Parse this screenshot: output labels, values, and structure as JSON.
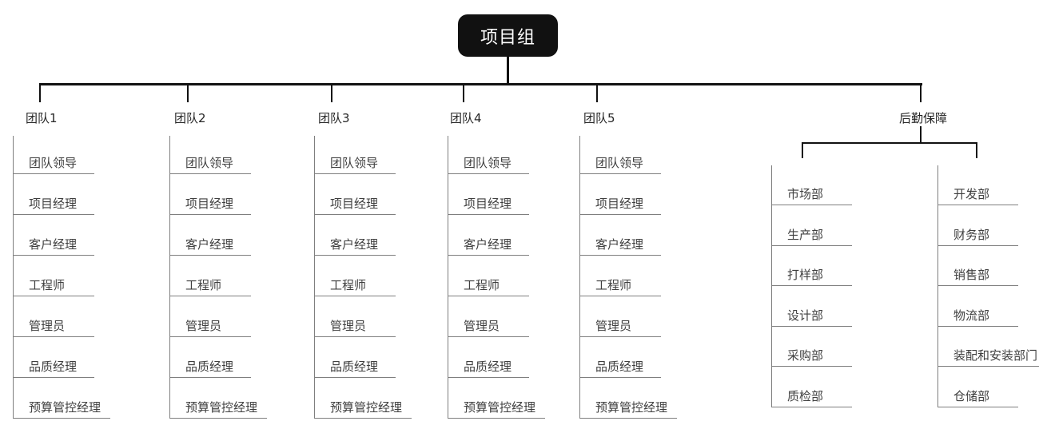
{
  "root": {
    "label": "项目组"
  },
  "teams": [
    {
      "label": "团队1",
      "items": [
        "团队领导",
        "项目经理",
        "客户经理",
        "工程师",
        "管理员",
        "品质经理",
        "预算管控经理"
      ]
    },
    {
      "label": "团队2",
      "items": [
        "团队领导",
        "项目经理",
        "客户经理",
        "工程师",
        "管理员",
        "品质经理",
        "预算管控经理"
      ]
    },
    {
      "label": "团队3",
      "items": [
        "团队领导",
        "项目经理",
        "客户经理",
        "工程师",
        "管理员",
        "品质经理",
        "预算管控经理"
      ]
    },
    {
      "label": "团队4",
      "items": [
        "团队领导",
        "项目经理",
        "客户经理",
        "工程师",
        "管理员",
        "品质经理",
        "预算管控经理"
      ]
    },
    {
      "label": "团队5",
      "items": [
        "团队领导",
        "项目经理",
        "客户经理",
        "工程师",
        "管理员",
        "品质经理",
        "预算管控经理"
      ]
    }
  ],
  "logistics": {
    "label": "后勤保障",
    "left_column": {
      "items": [
        "市场部",
        "生产部",
        "打样部",
        "设计部",
        "采购部",
        "质检部"
      ]
    },
    "right_column": {
      "items": [
        "开发部",
        "财务部",
        "销售部",
        "物流部",
        "装配和安装部门",
        "仓储部"
      ]
    }
  },
  "colors": {
    "background": "#ffffff",
    "root_node_bg": "#111111",
    "root_node_text": "#ffffff",
    "connector": "#111111",
    "list_line": "#7f7f7f",
    "label_text": "#262626",
    "item_text": "#3f3f3f"
  }
}
